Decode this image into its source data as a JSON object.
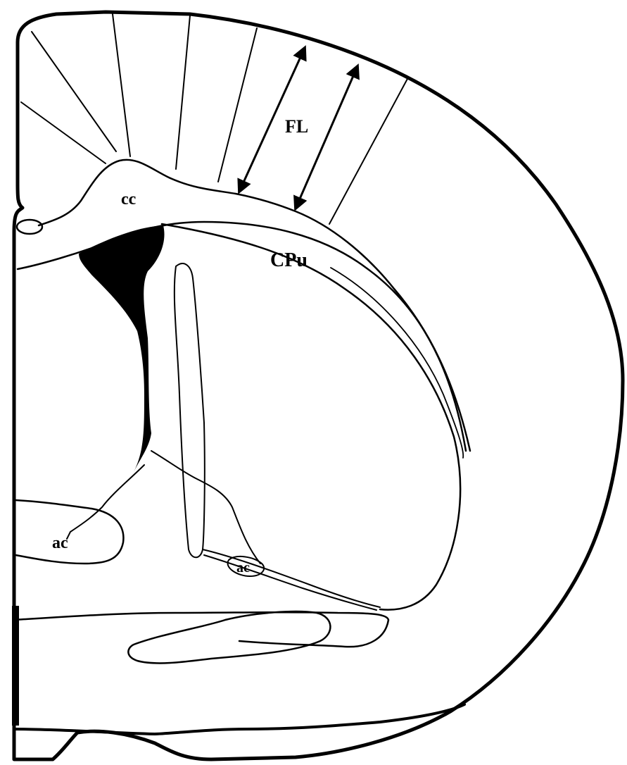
{
  "labels": {
    "frontal_cortex": "FL",
    "corpus_callosum": "cc",
    "caudate_putamen": "CPu",
    "anterior_commissure_left": "ac",
    "anterior_commissure_small": "ac"
  },
  "colors": {
    "stroke": "#000000",
    "fill_ventricle": "#000000",
    "background": "#ffffff"
  }
}
